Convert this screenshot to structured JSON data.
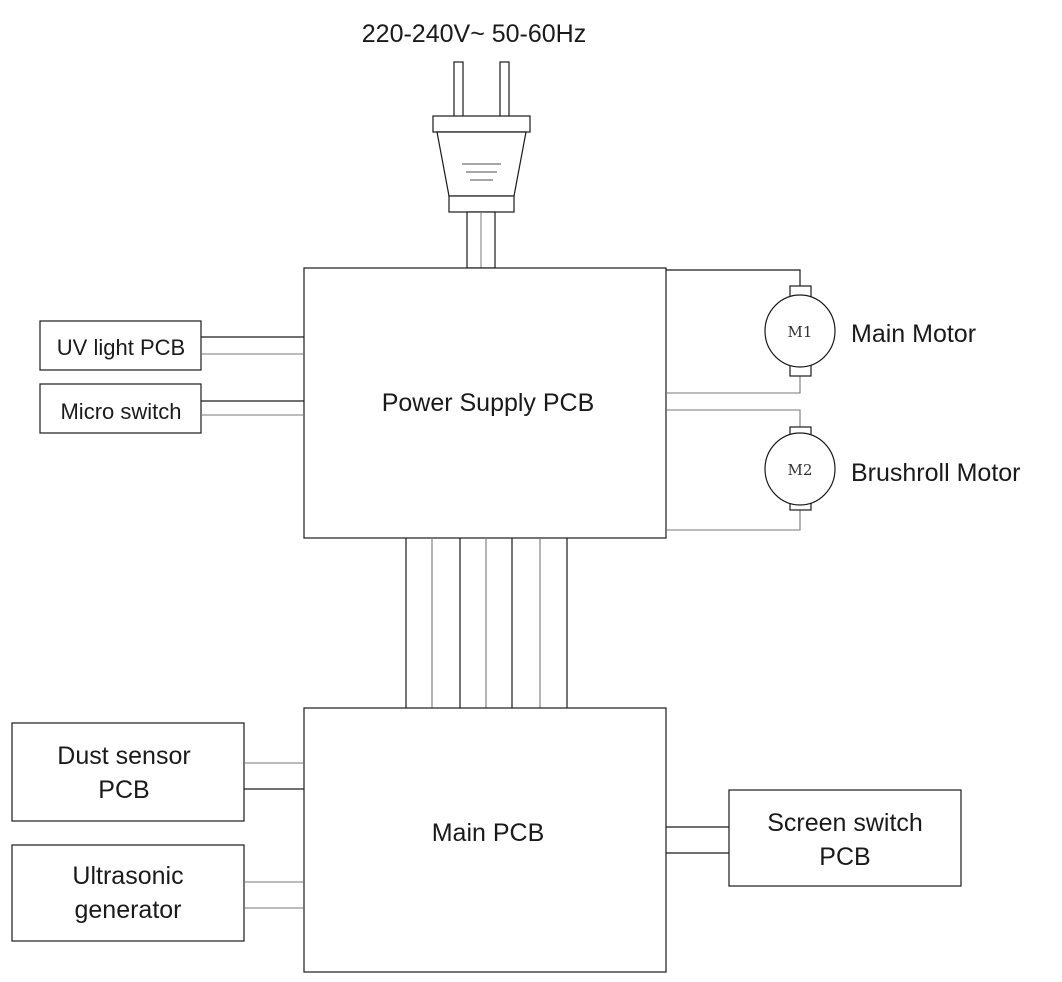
{
  "power_input": {
    "label": "220-240V~ 50-60Hz"
  },
  "power_supply_pcb": {
    "label": "Power Supply PCB"
  },
  "main_pcb": {
    "label": "Main PCB"
  },
  "uv_light_pcb": {
    "label": "UV light PCB"
  },
  "micro_switch": {
    "label": "Micro switch"
  },
  "main_motor": {
    "symbol": "M1",
    "label": "Main Motor"
  },
  "brushroll_motor": {
    "symbol": "M2",
    "label": "Brushroll Motor"
  },
  "dust_sensor_pcb": {
    "line1": "Dust sensor",
    "line2": "PCB"
  },
  "ultrasonic_generator": {
    "line1": "Ultrasonic",
    "line2": "generator"
  },
  "screen_switch_pcb": {
    "line1": "Screen switch",
    "line2": "PCB"
  }
}
